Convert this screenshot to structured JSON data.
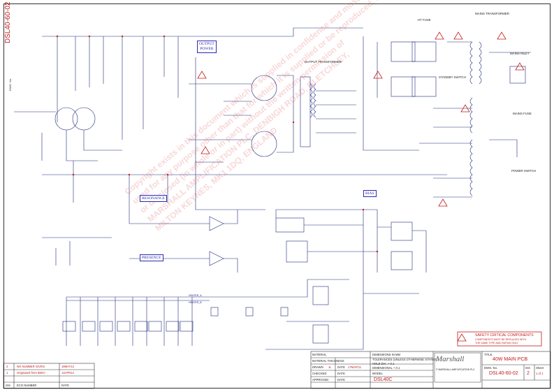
{
  "drawing": {
    "side_code": "DSL40-60-02",
    "side_label": "DWG. No."
  },
  "labels": {
    "output_power": "OUTPUT\nPOWER",
    "output_power_top": "OUTPUT",
    "output_power_bot": "POWER",
    "ht_fuse": "HT FUSE",
    "mains_transformer": "MAINS TRANSFORMER",
    "output_transformer": "OUTPUT TRANSFORMER",
    "standby_switch": "STANDBY SWITCH",
    "mains_inlet": "MAINS INLET",
    "mains_fuse": "MAINS FUSE",
    "power_switch": "POWER SWITCH",
    "resonance": "RESONANCE",
    "presence": "PRESENCE",
    "bias": "BIAS",
    "heater_a": "HEATER_A",
    "heater_b": "HEATER_B",
    "safety": "SAFETY CRITICAL COMPONENTS",
    "safety_sub1": "COMPONENTS MUST BE REPLACED WITH",
    "safety_sub2": "THE SAME TYPE AND RATING ONLY"
  },
  "title_block": {
    "material": "MATERIAL",
    "material_thickness": "MATERIAL THICKNESS",
    "drawn": "DRAWN",
    "drawn_by": "JL",
    "checked": "CHECKED",
    "approved": "APPROVED",
    "date": "DATE",
    "date_value": "17MAR'11",
    "dimensions": "DIMENSIONS IN MM",
    "tolerances": "TOLERANCES (UNLESS OTHERWISE STATED)",
    "hole_dia": "HOLE DIA. + 0.1",
    "dimensional": "DIMENSIONAL + 0.1",
    "model": "MODEL",
    "model_value": "DSL40C",
    "title": "TITLE",
    "title_value": "40W MAIN PCB",
    "dwg_no": "DWG. No.",
    "dwg_no_value": "DSL40-60-02",
    "iss": "ISS",
    "iss_value": "2",
    "sheet": "Sheet",
    "sheet_value": "1 of 1",
    "company": "© MARSHALL AMPLIFICATION PLC",
    "brand": "Marshall",
    "revisions": [
      {
        "iss": "2",
        "eco": "NO NUMBER GIVEN",
        "date": "18MAY12"
      },
      {
        "iss": "1",
        "eco": "Originated from 5EEV",
        "date": "12APR12"
      }
    ],
    "rev_headers": {
      "iss": "ISS",
      "eco": "ECO NUMBER",
      "date": "DATE"
    }
  },
  "watermark": [
    "Copyright exists in this document which is supplied in confidence and must not be",
    "used for any purpose other than that for which it is supplied or be reproduced, copied",
    "or disclosed (in whole or in part) without the written permission of",
    "MARSHALL AMPLIFICATION PLC, DENBIGH ROAD, BLETCHLEY,",
    "MILTON KEYNES, MK1 1DQ, ENGLAND"
  ]
}
